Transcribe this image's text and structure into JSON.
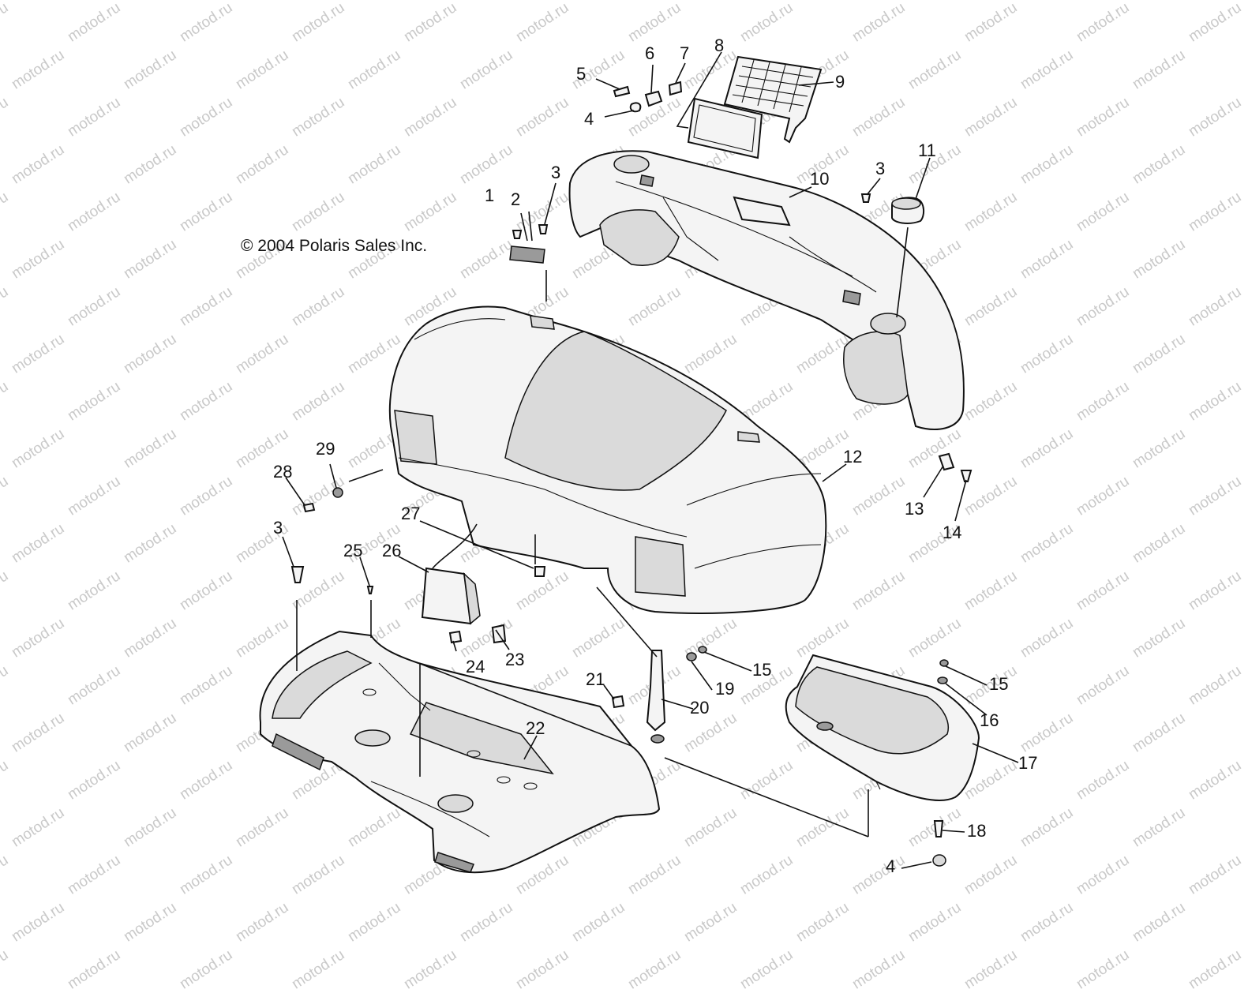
{
  "copyright": "© 2004 Polaris Sales Inc.",
  "watermark": "motod.ru",
  "callouts": [
    "1",
    "2",
    "3",
    "4",
    "5",
    "6",
    "7",
    "8",
    "9",
    "10",
    "11",
    "3",
    "12",
    "13",
    "14",
    "29",
    "28",
    "27",
    "3",
    "25",
    "26",
    "24",
    "23",
    "21",
    "20",
    "19",
    "15",
    "15",
    "16",
    "17",
    "22",
    "18",
    "4"
  ]
}
